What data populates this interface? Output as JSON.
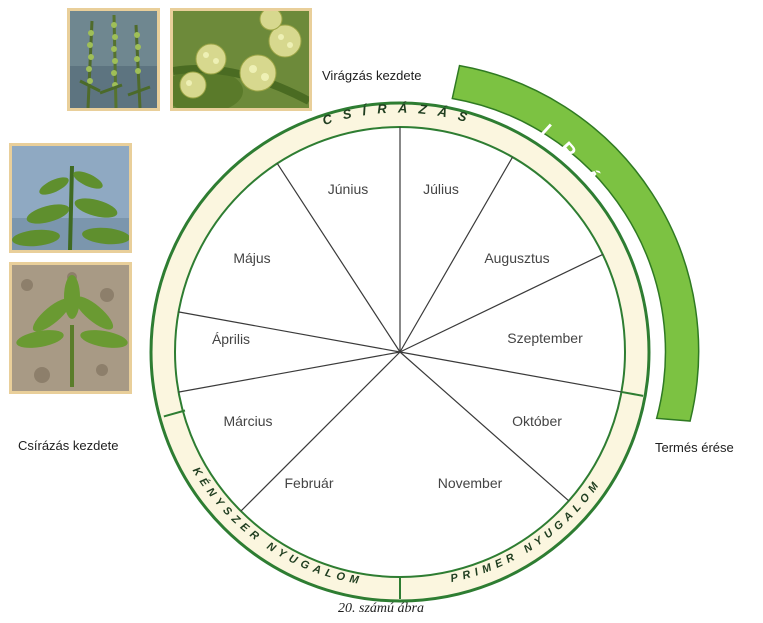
{
  "diagram": {
    "months": [
      "Június",
      "Július",
      "Augusztus",
      "Szeptember",
      "Október",
      "November",
      "Február",
      "Március",
      "Április",
      "Május"
    ],
    "ring_labels": {
      "germination": "CSÍRÁZÁS",
      "forced_dormancy": "KÉNYSZER NYUGALOM",
      "primary_dormancy": "PRIMER NYUGALOM"
    },
    "flowering_band": "VIRÁGZÁS",
    "callouts": {
      "flowering_start": "Virágzás kezdete",
      "germination_start": "Csírázás kezdete",
      "seed_ripening": "Termés érése"
    },
    "photos": [
      "ragweed-flower-spikes",
      "ragweed-flower-heads-closeup",
      "ragweed-young-plant",
      "ragweed-seedling"
    ],
    "colors": {
      "ring_green": "#2e7d32",
      "band_green": "#7cc242",
      "ring_fill": "#fbf6df",
      "photo_border": "#e9cf9a"
    }
  },
  "figure_caption": "20. számú ábra"
}
